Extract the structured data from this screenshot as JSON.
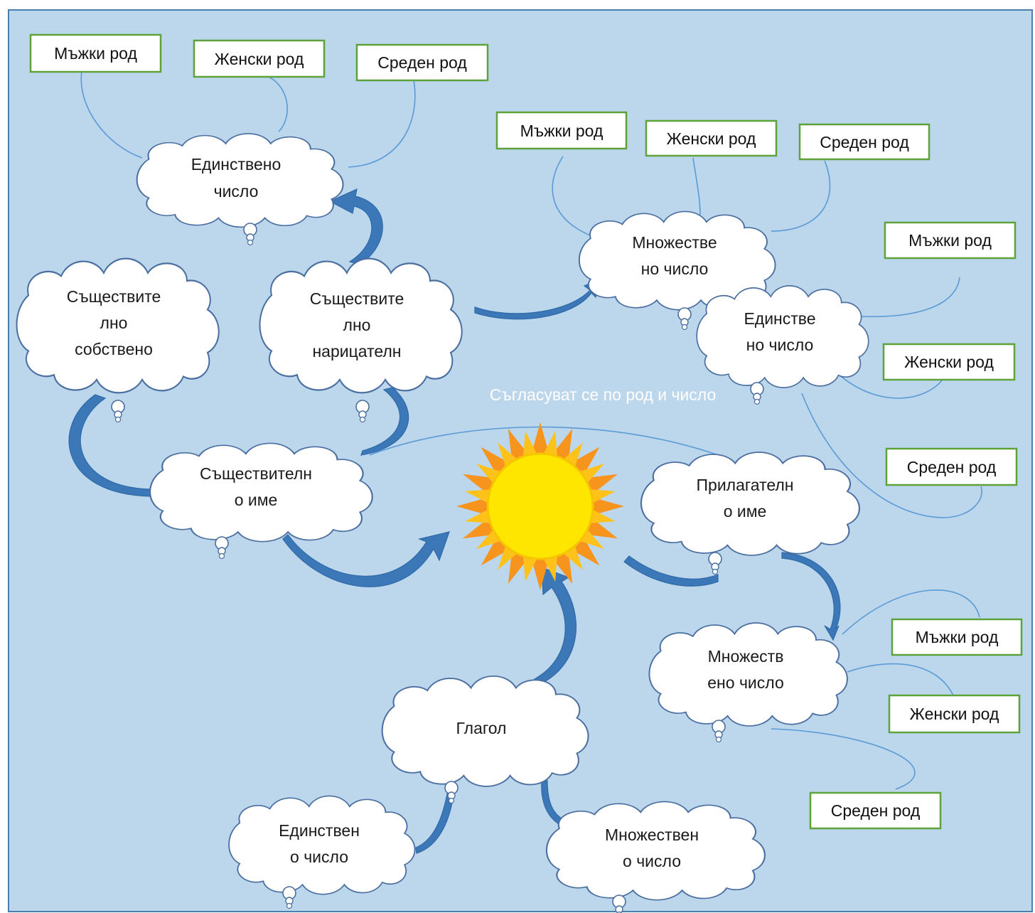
{
  "colors": {
    "background": "#bcd6ec",
    "frame": "#4a7fad",
    "arrow": "#3c78b8",
    "thin_line": "#5b9bd5",
    "tag_border": "#5ea23a",
    "cloud_fill": "#ffffff",
    "cloud_stroke": "#4b6fa0",
    "sun_core": "#ffe600",
    "sun_rays_inner": "#ffc21a",
    "sun_rays_outer": "#f7941d"
  },
  "center_note": "Съгласуват се по род и число",
  "clouds": {
    "sg_top": [
      "Единствено",
      "число"
    ],
    "common_noun": [
      "Съществите",
      "лно",
      "нарицателн"
    ],
    "proper_noun": [
      "Съществите",
      "лно",
      "собствено"
    ],
    "noun": [
      "Съществителн",
      "о име"
    ],
    "pl_top": [
      "Множестве",
      "но число"
    ],
    "adj_sg": [
      "Единстве",
      "но число"
    ],
    "adjective": [
      "Прилагателн",
      "о име"
    ],
    "adj_pl": [
      "Множеств",
      "ено число"
    ],
    "verb": [
      "Глагол"
    ],
    "verb_sg": [
      "Единствен",
      "о число"
    ],
    "verb_pl": [
      "Множествен",
      "о число"
    ]
  },
  "tags": {
    "t1": "Мъжки род",
    "t2": "Женски род",
    "t3": "Среден род",
    "t4": "Мъжки род",
    "t5": "Женски род",
    "t6": "Среден род",
    "t7": "Мъжки род",
    "t8": "Женски род",
    "t9": "Среден род",
    "t10": "Мъжки род",
    "t11": "Женски род",
    "t12": "Среден род"
  }
}
